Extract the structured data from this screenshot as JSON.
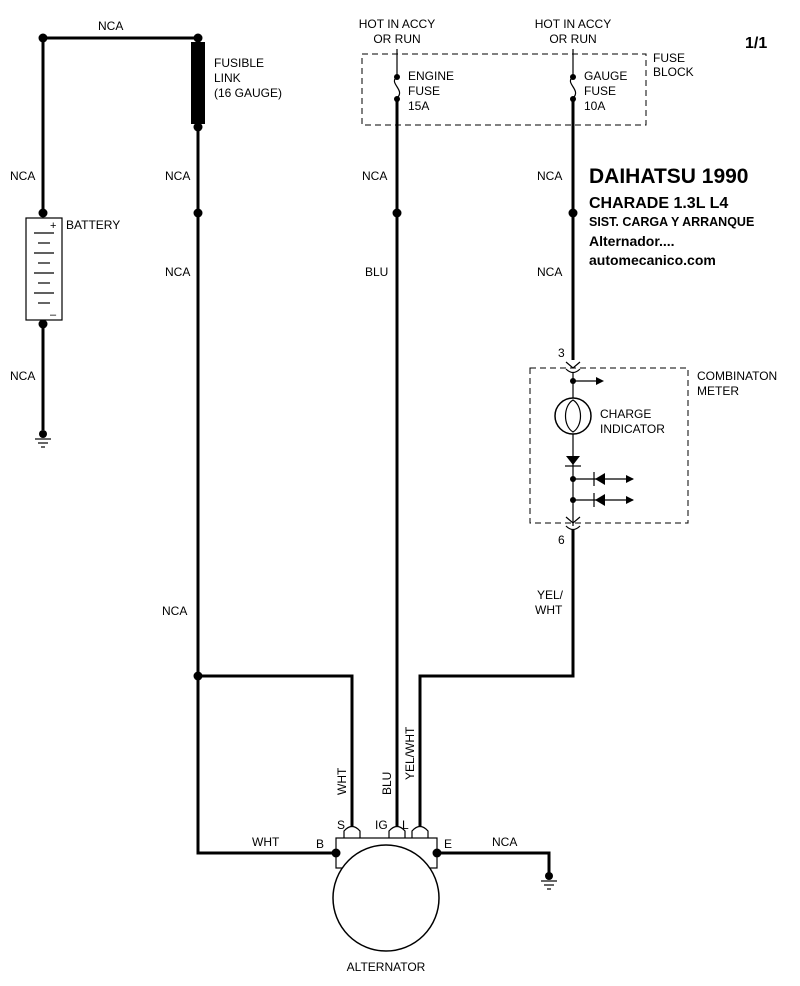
{
  "page_number": "1/1",
  "header": {
    "make_year": "DAIHATSU 1990",
    "model": "CHARADE 1.3L  L4",
    "system": "SIST. CARGA Y ARRANQUE",
    "component": "Alternador....",
    "site": "automecanico.com"
  },
  "power_sources": {
    "left": [
      "HOT IN ACCY",
      "OR RUN"
    ],
    "right": [
      "HOT IN ACCY",
      "OR RUN"
    ]
  },
  "fuse_block": {
    "label": [
      "FUSE",
      "BLOCK"
    ],
    "engine_fuse": [
      "ENGINE",
      "FUSE",
      "15A"
    ],
    "gauge_fuse": [
      "GAUGE",
      "FUSE",
      "10A"
    ]
  },
  "fusible_link": [
    "FUSIBLE",
    "LINK",
    "(16 GAUGE)"
  ],
  "battery": {
    "label": "BATTERY",
    "plus": "+",
    "minus": "–"
  },
  "combination_meter": {
    "label": [
      "COMBINATON",
      "METER"
    ],
    "indicator": [
      "CHARGE",
      "INDICATOR"
    ],
    "pin_in": "3",
    "pin_out": "6"
  },
  "wire_colors": {
    "nca": "NCA",
    "blu": "BLU",
    "wht": "WHT",
    "yel_wht_split": [
      "YEL/",
      "WHT"
    ],
    "yel_wht": "YEL/WHT"
  },
  "alternator": {
    "label": "ALTERNATOR",
    "terminals": {
      "s": "S",
      "ig": "IG",
      "l": "L",
      "b": "B",
      "e": "E"
    }
  }
}
